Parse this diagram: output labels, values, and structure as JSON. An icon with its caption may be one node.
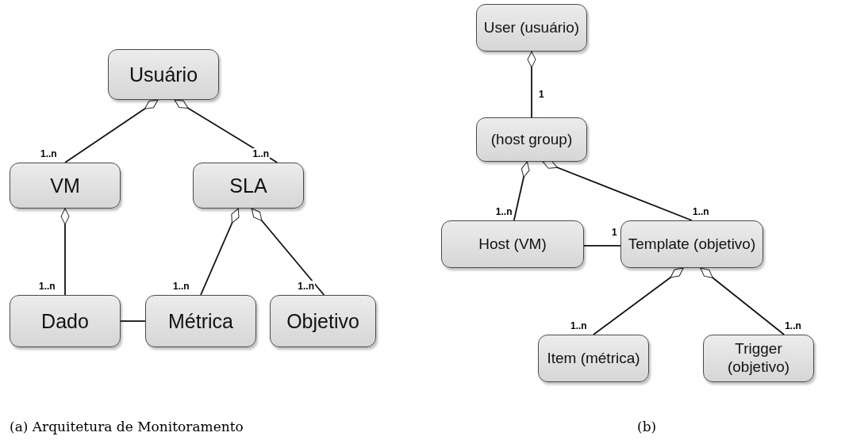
{
  "diagram": {
    "nodes": [
      {
        "text": [
          "Usuário"
        ]
      },
      {
        "text": [
          "VM"
        ]
      },
      {
        "text": [
          "SLA"
        ]
      },
      {
        "text": [
          "Dado"
        ]
      },
      {
        "text": [
          "Métrica"
        ]
      },
      {
        "text": [
          "Objetivo"
        ]
      },
      {
        "text": [
          "User (usuário)"
        ]
      },
      {
        "text": [
          "(host group)"
        ]
      },
      {
        "text": [
          "Host (VM)"
        ]
      },
      {
        "text": [
          "Template (objetivo)"
        ]
      },
      {
        "text": [
          "Item (métrica)"
        ]
      },
      {
        "text": [
          "Trigger (objetivo)"
        ]
      }
    ],
    "edges": [
      {
        "from": 0,
        "to": 1,
        "arrow": "other",
        "label": "1..n"
      },
      {
        "from": 0,
        "to": 2,
        "arrow": "other",
        "label": "1..n"
      },
      {
        "from": 1,
        "to": 3,
        "arrow": "other",
        "label": "1..n"
      },
      {
        "from": 2,
        "to": 4,
        "arrow": "other",
        "label": "1..n"
      },
      {
        "from": 2,
        "to": 5,
        "arrow": "other",
        "label": "1..n"
      },
      {
        "from": 3,
        "to": 4,
        "arrow": "none"
      },
      {
        "from": 6,
        "to": 7,
        "arrow": "other",
        "label": "1"
      },
      {
        "from": 7,
        "to": 8,
        "arrow": "other",
        "label": "1..n"
      },
      {
        "from": 7,
        "to": 9,
        "arrow": "other",
        "label": "1..n"
      },
      {
        "from": 8,
        "to": 9,
        "arrow": "none",
        "label": "1"
      },
      {
        "from": 9,
        "to": 10,
        "arrow": "other",
        "label": "1..n"
      },
      {
        "from": 9,
        "to": 11,
        "arrow": "other",
        "label": "1..n"
      }
    ],
    "labels": [
      "(a) Arquitetura de Monitoramento",
      "(b)"
    ]
  }
}
